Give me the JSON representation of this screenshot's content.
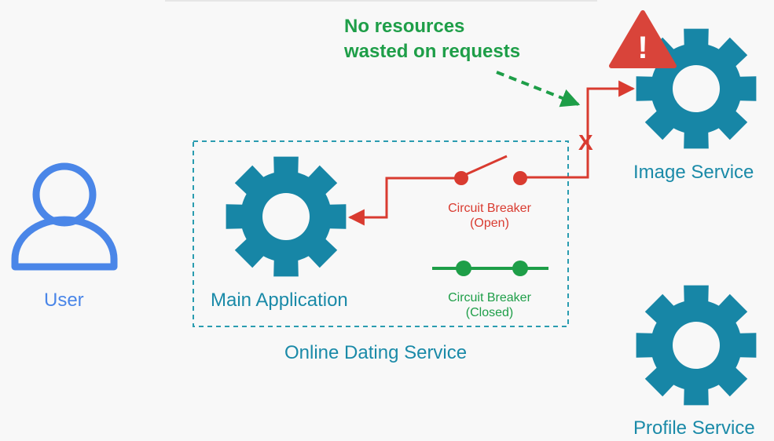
{
  "nodes": {
    "user": {
      "label": "User"
    },
    "main_app": {
      "label": "Main Application"
    },
    "online_service": {
      "label": "Online Dating Service"
    },
    "image_service": {
      "label": "Image Service"
    },
    "profile_service": {
      "label": "Profile Service"
    }
  },
  "breakers": {
    "open": {
      "line1": "Circuit Breaker",
      "line2": "(Open)"
    },
    "closed": {
      "line1": "Circuit Breaker",
      "line2": "(Closed)"
    }
  },
  "annotation": {
    "line1": "No resources",
    "line2": "wasted on requests"
  },
  "blocked_mark": "X",
  "warning_mark": "!",
  "icons": {
    "user": "user-icon",
    "gear": "gear-icon",
    "warning": "warning-icon"
  },
  "colors": {
    "gear": "#1786a6",
    "user": "#4a86e8",
    "open_breaker": "#d93b30",
    "closed_breaker": "#1e9e48",
    "boundary": "#2a9cb0",
    "warning": "#d9443a"
  }
}
